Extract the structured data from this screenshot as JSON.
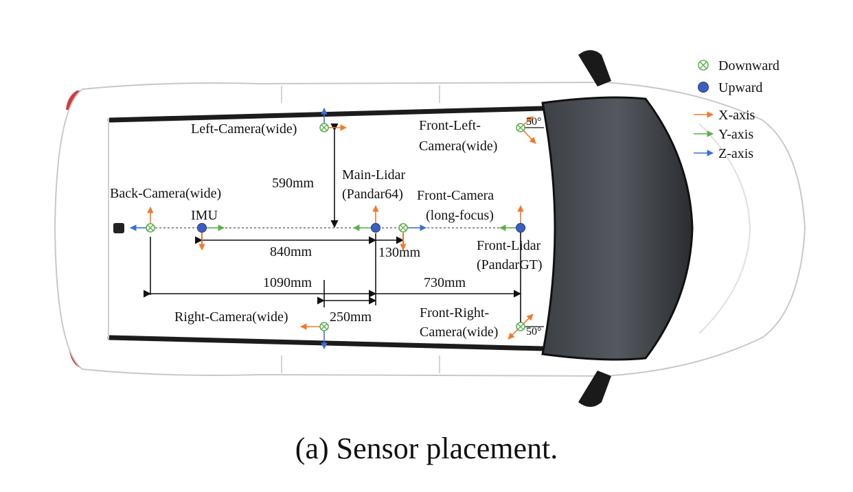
{
  "legend": {
    "downward": "Downward",
    "upward": "Upward",
    "x_axis": "X-axis",
    "y_axis": "Y-axis",
    "z_axis": "Z-axis"
  },
  "sensors": {
    "left_camera": "Left-Camera(wide)",
    "front_left_camera_line1": "Front-Left-",
    "front_left_camera_line2": "Camera(wide)",
    "main_lidar_line1": "Main-Lidar",
    "main_lidar_line2": "(Pandar64)",
    "front_camera_line1": "Front-Camera",
    "front_camera_line2": "(long-focus)",
    "back_camera": "Back-Camera(wide)",
    "imu": "IMU",
    "front_lidar_line1": "Front-Lidar",
    "front_lidar_line2": "(PandarGT)",
    "right_camera": "Right-Camera(wide)",
    "front_right_camera_line1": "Front-Right-",
    "front_right_camera_line2": "Camera(wide)"
  },
  "dimensions": {
    "d590": "590mm",
    "d840": "840mm",
    "d130": "130mm",
    "d1090": "1090mm",
    "d730": "730mm",
    "d250": "250mm"
  },
  "angles": {
    "front_left": "50°",
    "front_right": "50°"
  },
  "caption": "(a) Sensor placement.",
  "colors": {
    "x_axis": "#f07a2a",
    "y_axis": "#5ab04a",
    "z_axis": "#3a6fd8",
    "upward_fill": "#3b5fc0",
    "downward_stroke": "#5ab04a"
  }
}
